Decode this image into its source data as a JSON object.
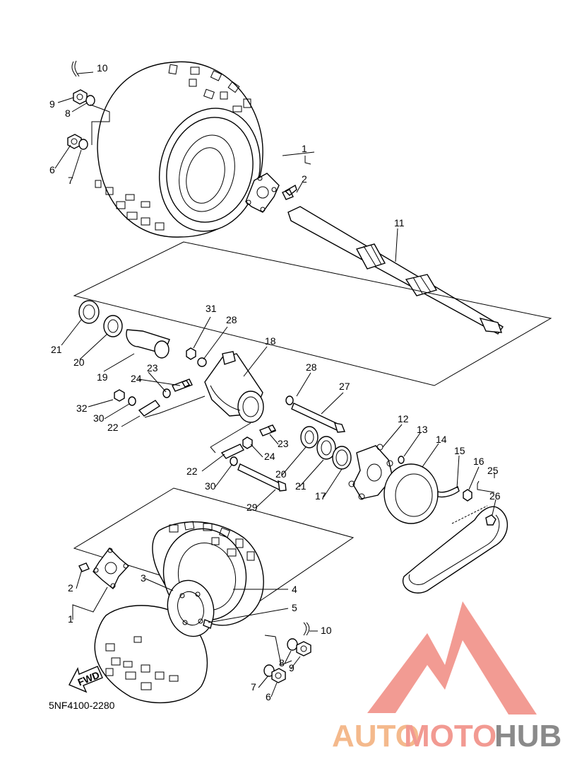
{
  "diagram": {
    "code": "5NF4100-2280",
    "fwd_label": "FWD",
    "callouts": [
      {
        "id": "c-10a",
        "text": "10"
      },
      {
        "id": "c-9a",
        "text": "9"
      },
      {
        "id": "c-8a",
        "text": "8"
      },
      {
        "id": "c-6a",
        "text": "6"
      },
      {
        "id": "c-7a",
        "text": "7"
      },
      {
        "id": "c-1a",
        "text": "1"
      },
      {
        "id": "c-2a",
        "text": "2"
      },
      {
        "id": "c-11",
        "text": "11"
      },
      {
        "id": "c-31",
        "text": "31"
      },
      {
        "id": "c-28a",
        "text": "28"
      },
      {
        "id": "c-18",
        "text": "18"
      },
      {
        "id": "c-21a",
        "text": "21"
      },
      {
        "id": "c-20a",
        "text": "20"
      },
      {
        "id": "c-19",
        "text": "19"
      },
      {
        "id": "c-23a",
        "text": "23"
      },
      {
        "id": "c-24a",
        "text": "24"
      },
      {
        "id": "c-32",
        "text": "32"
      },
      {
        "id": "c-30a",
        "text": "30"
      },
      {
        "id": "c-22a",
        "text": "22"
      },
      {
        "id": "c-28b",
        "text": "28"
      },
      {
        "id": "c-27",
        "text": "27"
      },
      {
        "id": "c-12",
        "text": "12"
      },
      {
        "id": "c-13",
        "text": "13"
      },
      {
        "id": "c-14",
        "text": "14"
      },
      {
        "id": "c-15",
        "text": "15"
      },
      {
        "id": "c-16",
        "text": "16"
      },
      {
        "id": "c-25",
        "text": "25"
      },
      {
        "id": "c-26",
        "text": "26"
      },
      {
        "id": "c-23b",
        "text": "23"
      },
      {
        "id": "c-24b",
        "text": "24"
      },
      {
        "id": "c-22b",
        "text": "22"
      },
      {
        "id": "c-30b",
        "text": "30"
      },
      {
        "id": "c-20b",
        "text": "20"
      },
      {
        "id": "c-21b",
        "text": "21"
      },
      {
        "id": "c-17",
        "text": "17"
      },
      {
        "id": "c-29",
        "text": "29"
      },
      {
        "id": "c-3",
        "text": "3"
      },
      {
        "id": "c-4",
        "text": "4"
      },
      {
        "id": "c-5",
        "text": "5"
      },
      {
        "id": "c-2b",
        "text": "2"
      },
      {
        "id": "c-1b",
        "text": "1"
      },
      {
        "id": "c-10b",
        "text": "10"
      },
      {
        "id": "c-8b",
        "text": "8"
      },
      {
        "id": "c-9b",
        "text": "9"
      },
      {
        "id": "c-7b",
        "text": "7"
      },
      {
        "id": "c-6b",
        "text": "6"
      }
    ]
  },
  "watermark": {
    "part1": "AUTO",
    "part2": "MOTO",
    "part3": "HUB",
    "colors": {
      "auto": "#f4b98c",
      "moto": "#f29a92",
      "hub": "#8a8a8a",
      "logo": "#f08a80"
    }
  }
}
